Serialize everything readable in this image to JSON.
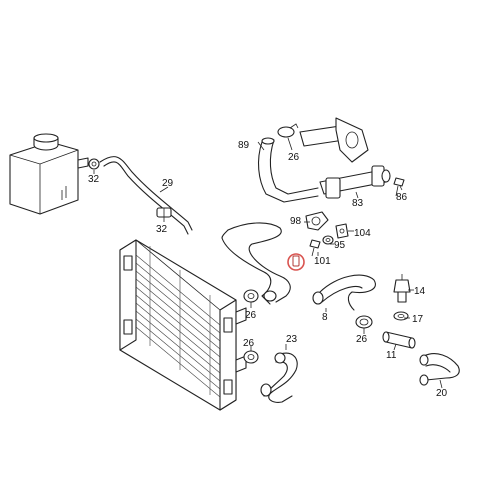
{
  "callouts": {
    "c89": "89",
    "c26a": "26",
    "c32a": "32",
    "c29": "29",
    "c83": "83",
    "c86": "86",
    "c32b": "32",
    "c98": "98",
    "c104": "104",
    "c95": "95",
    "c101": "101",
    "c14": "14",
    "c8": "8",
    "c26b": "26",
    "c17": "17",
    "c26c": "26",
    "c11": "11",
    "c23": "23",
    "c26d": "26",
    "c20": "20"
  },
  "highlight": {
    "color": "#d9534f",
    "icon": "small-bolt-icon",
    "state": "selected"
  },
  "colors": {
    "line": "#222222",
    "background": "#ffffff"
  }
}
